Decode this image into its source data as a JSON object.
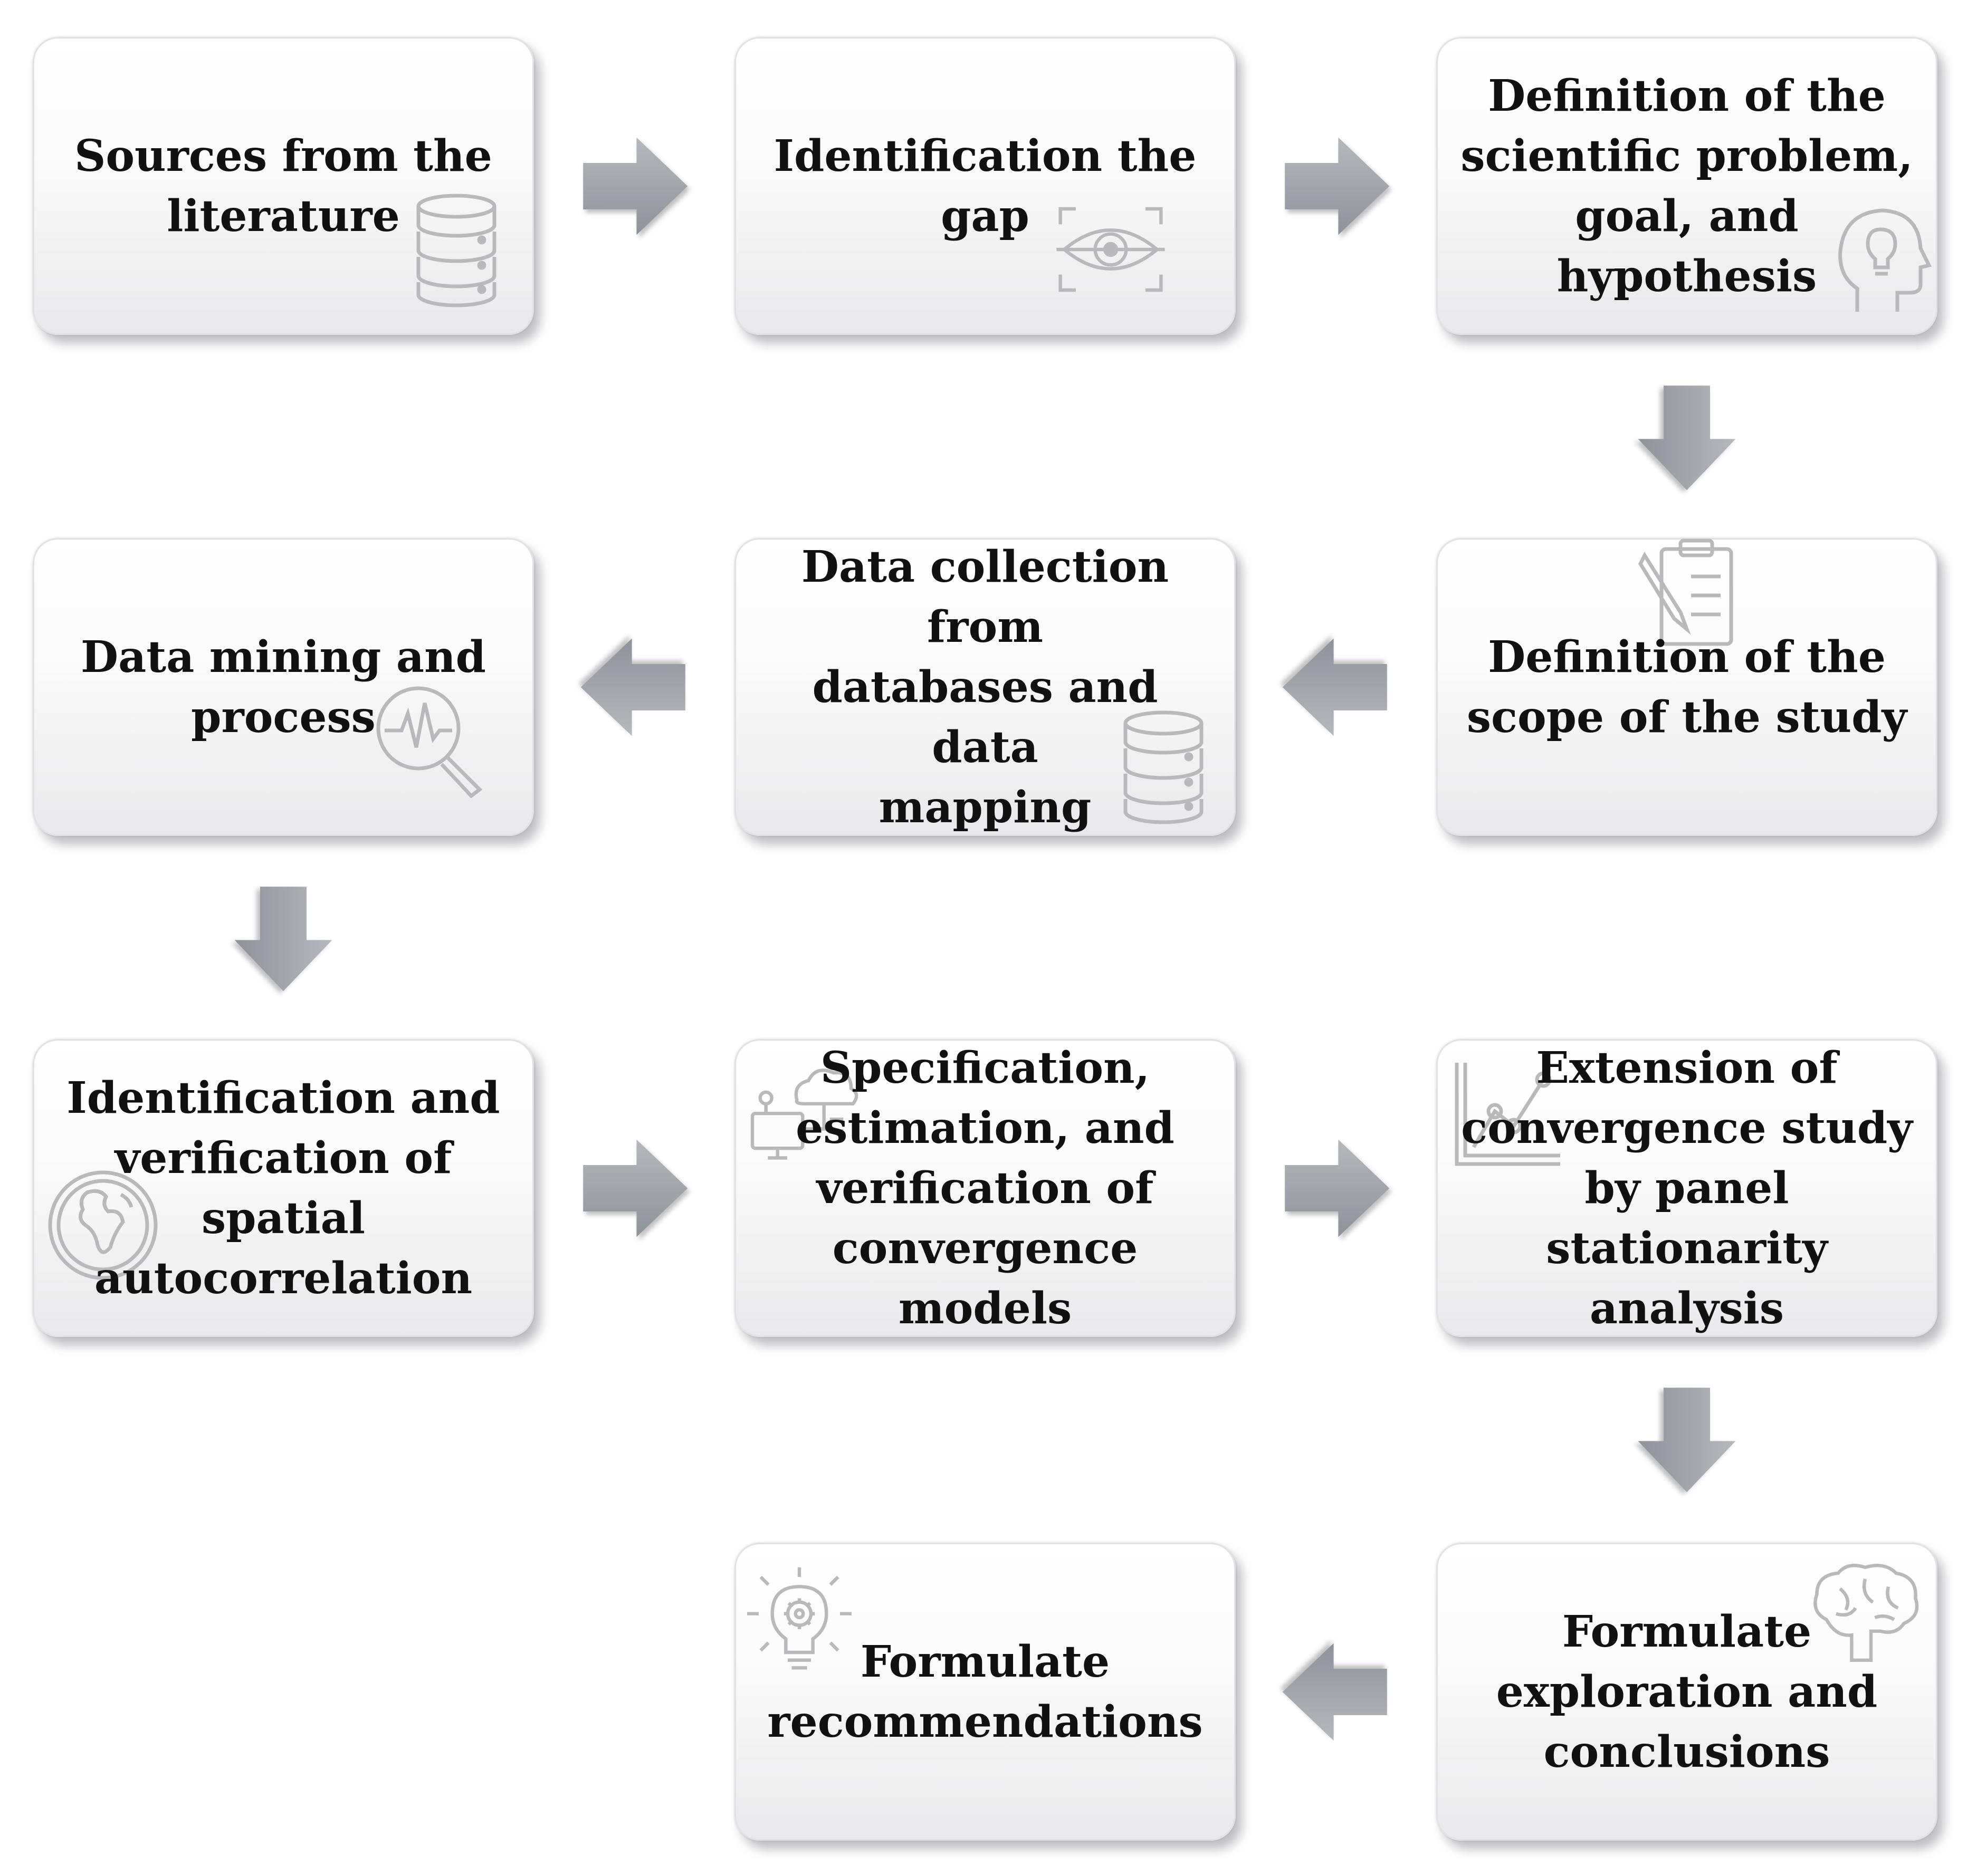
{
  "colors": {
    "arrow": "#8f9299",
    "arrow_light": "#b6b8bd",
    "icon": "#b9b9bb",
    "text": "#111111"
  },
  "steps": [
    {
      "id": "s1",
      "lines": [
        "Sources from the",
        "literature"
      ],
      "icon": "database-icon"
    },
    {
      "id": "s2",
      "lines": [
        "Identification the",
        "gap"
      ],
      "icon": "eye-scan-icon"
    },
    {
      "id": "s3",
      "lines": [
        "Definition of the",
        "scientific problem,",
        "goal, and",
        "hypothesis"
      ],
      "icon": "head-lightbulb-icon"
    },
    {
      "id": "s4",
      "lines": [
        "Definition of the",
        "scope of the study"
      ],
      "icon": "clipboard-icon"
    },
    {
      "id": "s5",
      "lines": [
        "Data collection from",
        "databases and data",
        "mapping"
      ],
      "icon": "database-icon"
    },
    {
      "id": "s6",
      "lines": [
        "Data mining and",
        "process"
      ],
      "icon": "magnifier-pulse-icon"
    },
    {
      "id": "s7",
      "lines": [
        "Identification and",
        "verification of",
        "spatial",
        "autocorrelation"
      ],
      "icon": "globe-icon"
    },
    {
      "id": "s8",
      "lines": [
        "Specification,",
        "estimation, and",
        "verification of",
        "convergence models"
      ],
      "icon": "cloud-computer-icon"
    },
    {
      "id": "s9",
      "lines": [
        "Extension of",
        "convergence study",
        "by panel",
        "stationarity analysis"
      ],
      "icon": "line-chart-icon"
    },
    {
      "id": "s10",
      "lines": [
        "Formulate",
        "exploration and",
        "conclusions"
      ],
      "icon": "brain-icon"
    },
    {
      "id": "s11",
      "lines": [
        "Formulate",
        "recommendations"
      ],
      "icon": "lightbulb-gear-icon"
    }
  ],
  "connections": [
    {
      "from": "s1",
      "to": "s2",
      "direction": "right"
    },
    {
      "from": "s2",
      "to": "s3",
      "direction": "right"
    },
    {
      "from": "s3",
      "to": "s4",
      "direction": "down"
    },
    {
      "from": "s4",
      "to": "s5",
      "direction": "left"
    },
    {
      "from": "s5",
      "to": "s6",
      "direction": "left"
    },
    {
      "from": "s6",
      "to": "s7",
      "direction": "down"
    },
    {
      "from": "s7",
      "to": "s8",
      "direction": "right"
    },
    {
      "from": "s8",
      "to": "s9",
      "direction": "right"
    },
    {
      "from": "s9",
      "to": "s10",
      "direction": "down"
    },
    {
      "from": "s10",
      "to": "s11",
      "direction": "left"
    }
  ]
}
